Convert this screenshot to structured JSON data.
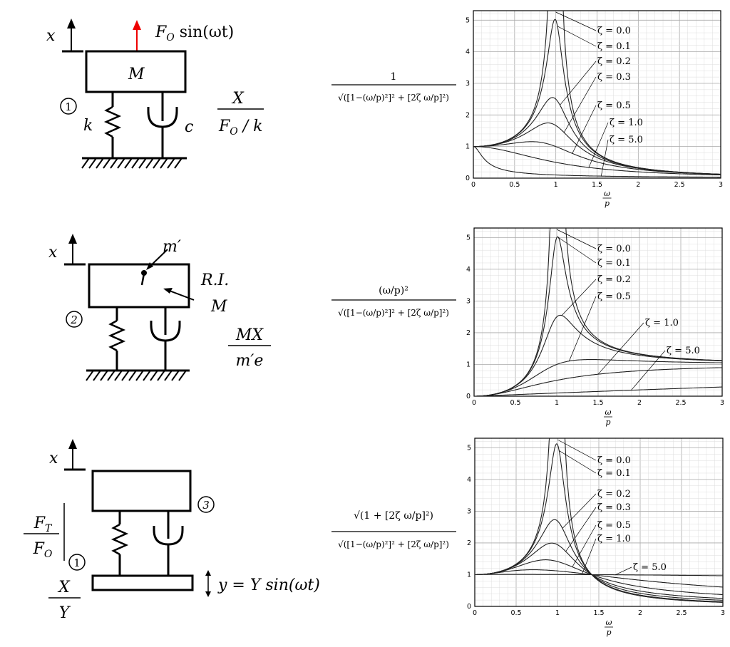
{
  "system1": {
    "x": "x",
    "force_F": "F",
    "force_sub": "O",
    "force_rest": " sin(ωt)",
    "mass": "M",
    "circle": "1",
    "k": "k",
    "c": "c",
    "ratio_num": "X",
    "ratio_den_F": "F",
    "ratio_den_sub": "O",
    "ratio_den_rest": " / k"
  },
  "system2": {
    "x": "x",
    "m_prime": "m′",
    "ri": "R.I.",
    "mass": "M",
    "circle": "2",
    "ratio_num": "MX",
    "ratio_den": "m′e"
  },
  "system3": {
    "x": "x",
    "circle_top": "3",
    "circle_left": "1",
    "ft_num_F": "F",
    "ft_num_sub": "T",
    "ft_den_F": "F",
    "ft_den_sub": "O",
    "xy_num": "X",
    "xy_den": "Y",
    "base_motion": "y = Y sin(ωt)"
  },
  "formulas": {
    "f1_num": "1",
    "f2_num": "(ω/p)²",
    "f3_num": "√(1 + [2ζ ω/p]²)",
    "den": "√([1−(ω/p)²]² + [2ζ ω/p]²)"
  },
  "axis_xlabel_num": "ω",
  "axis_xlabel_den": "p",
  "chart_data": [
    {
      "type": "line",
      "xlabel": "ω/p",
      "xlim": [
        0,
        3
      ],
      "ylim": [
        0,
        5.3
      ],
      "xticks": [
        "0",
        "0.5",
        "1",
        "1.5",
        "2",
        "2.5",
        "3"
      ],
      "yticks": [
        "0",
        "1",
        "2",
        "3",
        "4",
        "5"
      ],
      "grid": true,
      "series": [
        {
          "name": "ζ = 0.0",
          "zeta": 0.0
        },
        {
          "name": "ζ = 0.1",
          "zeta": 0.1
        },
        {
          "name": "ζ = 0.2",
          "zeta": 0.2
        },
        {
          "name": "ζ = 0.3",
          "zeta": 0.3
        },
        {
          "name": "ζ = 0.5",
          "zeta": 0.5
        },
        {
          "name": "ζ = 1.0",
          "zeta": 1.0
        },
        {
          "name": "ζ = 5.0",
          "zeta": 5.0
        }
      ]
    },
    {
      "type": "line",
      "xlabel": "ω/p",
      "xlim": [
        0,
        3
      ],
      "ylim": [
        0,
        5.3
      ],
      "xticks": [
        "0",
        "0.5",
        "1",
        "1.5",
        "2",
        "2.5",
        "3"
      ],
      "yticks": [
        "0",
        "1",
        "2",
        "3",
        "4",
        "5"
      ],
      "grid": true,
      "series": [
        {
          "name": "ζ = 0.0",
          "zeta": 0.0
        },
        {
          "name": "ζ = 0.1",
          "zeta": 0.1
        },
        {
          "name": "ζ = 0.2",
          "zeta": 0.2
        },
        {
          "name": "ζ = 0.5",
          "zeta": 0.5
        },
        {
          "name": "ζ = 1.0",
          "zeta": 1.0
        },
        {
          "name": "ζ = 5.0",
          "zeta": 5.0
        }
      ]
    },
    {
      "type": "line",
      "xlabel": "ω/p",
      "xlim": [
        0,
        3
      ],
      "ylim": [
        0,
        5.3
      ],
      "xticks": [
        "0",
        "0.5",
        "1",
        "1.5",
        "2",
        "2.5",
        "3"
      ],
      "yticks": [
        "0",
        "1",
        "2",
        "3",
        "4",
        "5"
      ],
      "grid": true,
      "series": [
        {
          "name": "ζ = 0.0",
          "zeta": 0.0
        },
        {
          "name": "ζ = 0.1",
          "zeta": 0.1
        },
        {
          "name": "ζ = 0.2",
          "zeta": 0.2
        },
        {
          "name": "ζ = 0.3",
          "zeta": 0.3
        },
        {
          "name": "ζ = 0.5",
          "zeta": 0.5
        },
        {
          "name": "ζ = 1.0",
          "zeta": 1.0
        },
        {
          "name": "ζ = 5.0",
          "zeta": 5.0
        }
      ]
    }
  ]
}
